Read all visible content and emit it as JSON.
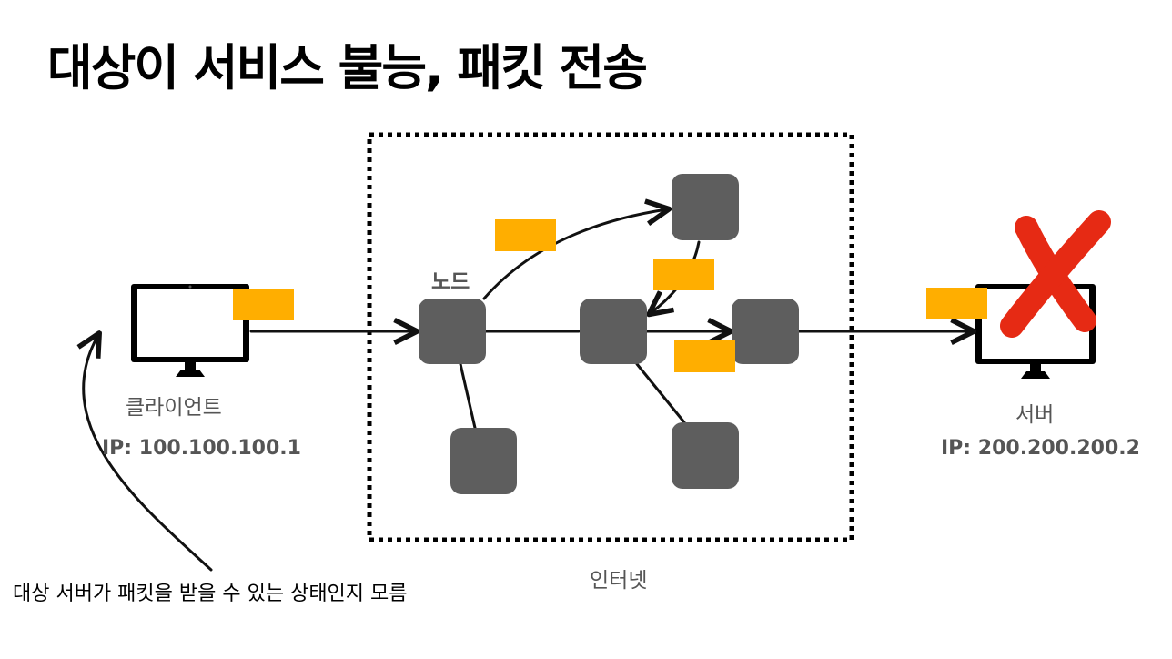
{
  "title": "대상이 서비스 불능, 패킷 전송",
  "client": {
    "label": "클라이언트",
    "ip": "IP: 100.100.100.1"
  },
  "server": {
    "label": "서버",
    "ip": "IP: 200.200.200.2",
    "status": "unavailable"
  },
  "node_label": "노드",
  "internet_label": "인터넷",
  "note": "대상 서버가 패킷을 받을 수 있는 상태인지 모름",
  "colors": {
    "packet": "#FFAE00",
    "node": "#5E5E5E",
    "cross": "#E62A14",
    "monitor": "#000000"
  }
}
